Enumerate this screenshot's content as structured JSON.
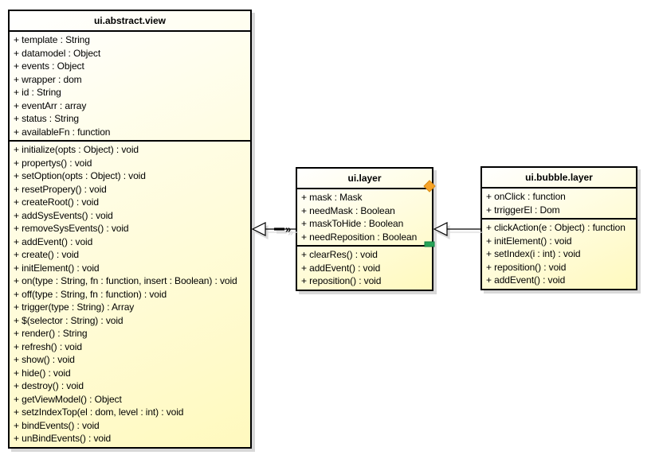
{
  "diagram": {
    "classes": [
      {
        "name": "ui.abstract.view",
        "attributes": [
          "+ template : String",
          "+ datamodel : Object",
          "+ events : Object",
          "+ wrapper : dom",
          "+ id : String",
          "+ eventArr : array",
          "+ status : String",
          "+ availableFn : function"
        ],
        "methods": [
          "+ initialize(opts : Object) : void",
          "+ propertys() : void",
          "+ setOption(opts : Object) : void",
          "+ resetPropery() : void",
          "+ createRoot() : void",
          "+ addSysEvents() : void",
          "+ removeSysEvents() : void",
          "+ addEvent() : void",
          "+ create() : void",
          "+ initElement() : void",
          "+ on(type : String, fn : function, insert : Boolean) : void",
          "+ off(type : String, fn : function) : void",
          "+ trigger(type : String) : Array",
          "+ $(selector : String) : void",
          "+ render() : String",
          "+ refresh() : void",
          "+ show() : void",
          "+ hide() : void",
          "+ destroy() : void",
          "+ getViewModel() : Object",
          "+ setzIndexTop(el : dom, level : int) : void",
          "+ bindEvents() : void",
          "+ unBindEvents() : void"
        ]
      },
      {
        "name": "ui.layer",
        "attributes": [
          "+ mask : Mask",
          "+ needMask : Boolean",
          "+ maskToHide : Boolean",
          "+ needReposition : Boolean"
        ],
        "methods": [
          "+ clearRes() : void",
          "+ addEvent() : void",
          "+ reposition() : void"
        ]
      },
      {
        "name": "ui.bubble.layer",
        "attributes": [
          "+ onClick : function",
          "+ trriggerEl : Dom"
        ],
        "methods": [
          "+ clickAction(e : Object) : function",
          "+ initElement() : void",
          "+ setIndex(i : int) : void",
          "+ reposition() : void",
          "+ addEvent() : void"
        ]
      }
    ],
    "relations": [
      {
        "type": "generalization",
        "from": "ui.layer",
        "to": "ui.abstract.view",
        "label": "»"
      },
      {
        "type": "generalization",
        "from": "ui.bubble.layer",
        "to": "ui.layer",
        "label": ""
      }
    ],
    "decorations": [
      {
        "name": "orange-diamond",
        "on": "ui.layer",
        "color": "#f7a428"
      },
      {
        "name": "green-tag",
        "on": "ui.layer",
        "color": "#25a457"
      }
    ],
    "colors": {
      "box_border": "#000000",
      "box_fill_top": "#ffffff",
      "box_fill_bottom": "#fff9be",
      "box_shadow": "#d8d8d8",
      "line": "#000000",
      "diamond": "#f7a428",
      "tag_green": "#25a457"
    }
  }
}
